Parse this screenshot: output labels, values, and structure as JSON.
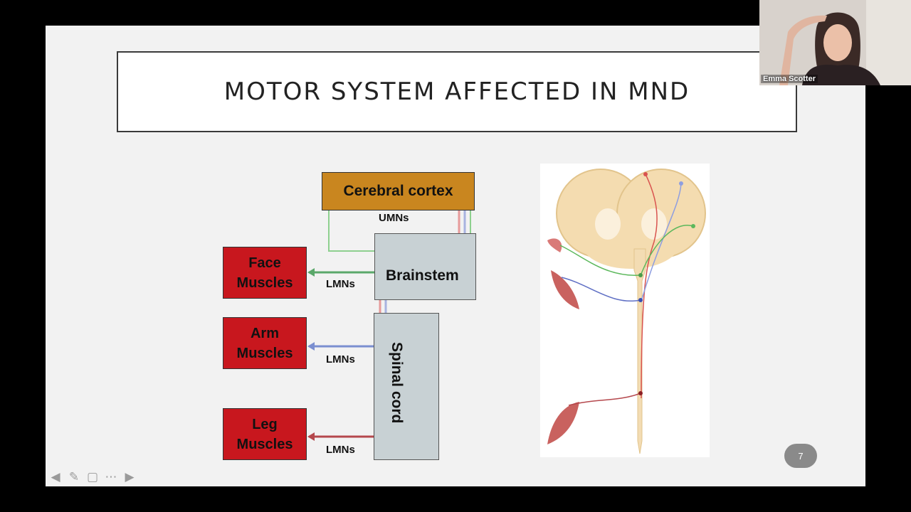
{
  "slide": {
    "title": "MOTOR SYSTEM AFFECTED IN MND",
    "page_number": "7"
  },
  "diagram": {
    "cortex": "Cerebral cortex",
    "umns": "UMNs",
    "brainstem": "Brainstem",
    "spinal_cord": "Spinal cord",
    "lmns_label": "LMNs",
    "face": [
      "Face",
      "Muscles"
    ],
    "arm": [
      "Arm",
      "Muscles"
    ],
    "leg": [
      "Leg",
      "Muscles"
    ],
    "colors": {
      "green": "#5aa86a",
      "blue": "#7b8fd0",
      "red": "#b5484d",
      "pink": "#e79a9a",
      "cortex": "#c9861f",
      "muscle": "#c8171e",
      "grey_box": "#c8d1d4"
    }
  },
  "video": {
    "participant_name": "Emma Scotter"
  },
  "toolbar": {
    "icons": [
      "arrow-left-icon",
      "pen-icon",
      "screen-icon",
      "more-icon",
      "arrow-right-icon"
    ]
  }
}
